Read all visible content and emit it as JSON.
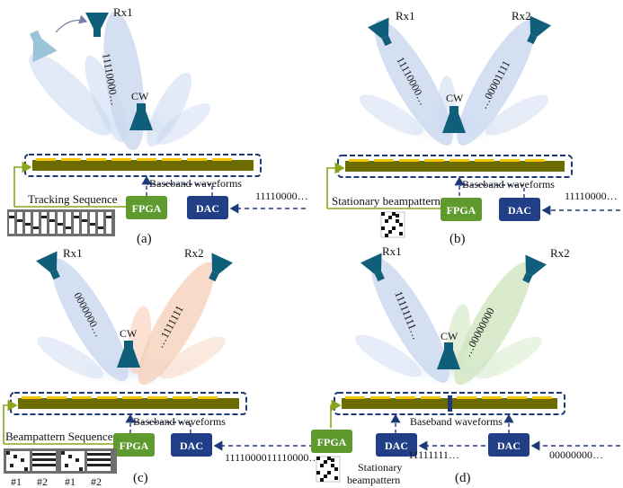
{
  "panels": {
    "a": {
      "label": "(a)",
      "rx1": "Rx1",
      "beam_bits": "11110000…",
      "cw": "CW",
      "baseband": "Baseband waveforms",
      "seq_label": "Tracking Sequence",
      "fpga": "FPGA",
      "dac": "DAC",
      "input_bits": "11110000…"
    },
    "b": {
      "label": "(b)",
      "rx1": "Rx1",
      "rx2": "Rx2",
      "beam1_bits": "11110000…",
      "beam2_bits": "…00001111",
      "cw": "CW",
      "baseband": "Baseband waveforms",
      "seq_label": "Stationary beampattern",
      "fpga": "FPGA",
      "dac": "DAC",
      "input_bits": "11110000…"
    },
    "c": {
      "label": "(c)",
      "rx1": "Rx1",
      "rx2": "Rx2",
      "beam1_bits": "0000000…",
      "beam2_bits": "…1111111",
      "cw": "CW",
      "baseband": "Baseband waveforms",
      "seq_label": "Beampattern Sequence",
      "fpga": "FPGA",
      "dac": "DAC",
      "input_bits": "1111000011110000…",
      "seq_ids": [
        "#1",
        "#2",
        "#1",
        "#2"
      ]
    },
    "d": {
      "label": "(d)",
      "rx1": "Rx1",
      "rx2": "Rx2",
      "beam1_bits": "11111111…",
      "beam2_bits": "…00000000",
      "cw": "CW",
      "baseband": "Baseband waveforms",
      "stationary_line1": "Stationary",
      "stationary_line2": "beampattern",
      "fpga": "FPGA",
      "dac1": "DAC",
      "dac2": "DAC",
      "input1_bits": "11111111…",
      "input2_bits": "00000000…"
    }
  },
  "colors": {
    "antenna_bar": "#6b6b00",
    "antenna_edge": "#f5c400",
    "dashed_box": "#1f3a7a",
    "fpga": "#5e9a2e",
    "dac": "#213f86",
    "receiver": "#0f5f7a",
    "beam_blue": "#c9d8ef",
    "beam_orange": "#f6cdb7",
    "beam_green": "#cfe6bf"
  }
}
